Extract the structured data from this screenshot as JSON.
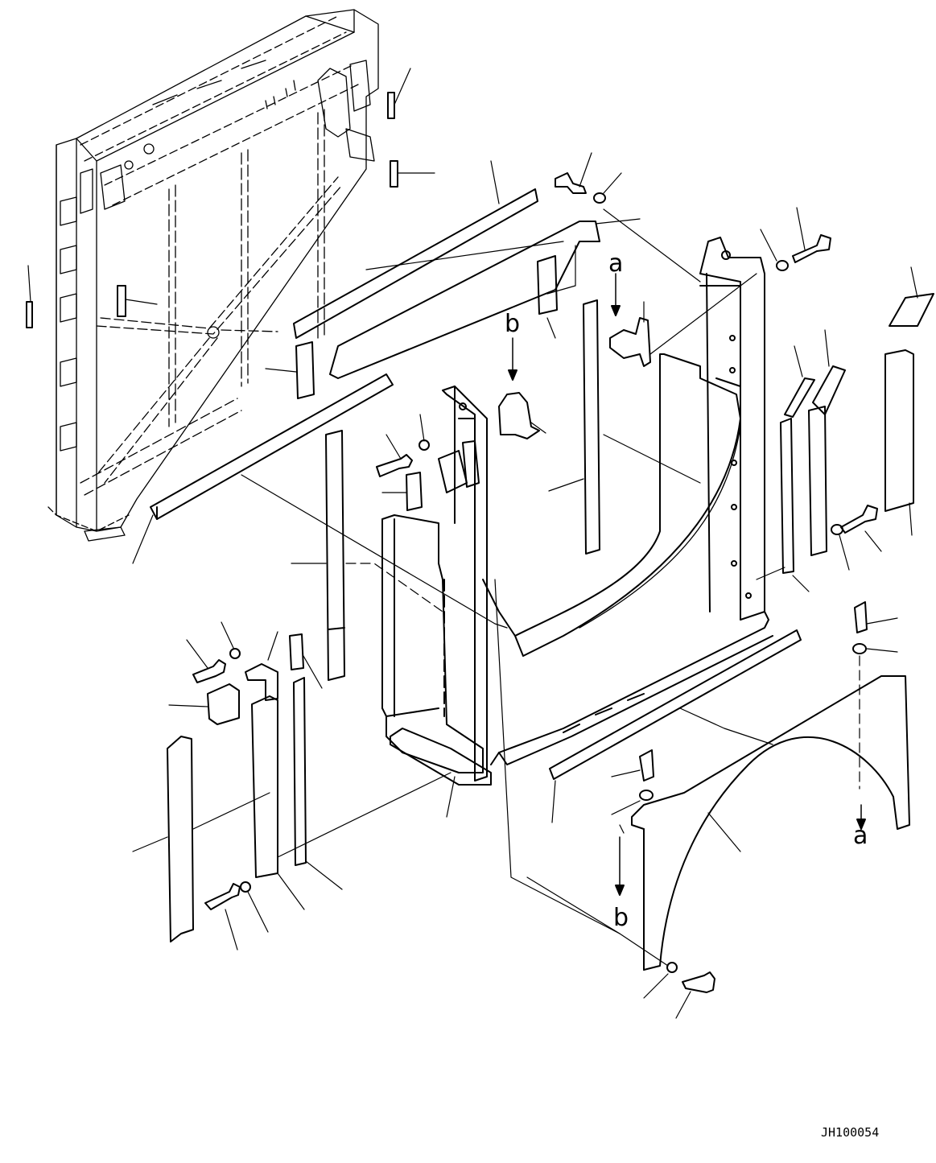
{
  "diagram": {
    "figure_code": "JH100054",
    "reference_marks": {
      "a_top": "a",
      "b_top": "b",
      "a_bottom": "a",
      "b_bottom": "b"
    }
  }
}
